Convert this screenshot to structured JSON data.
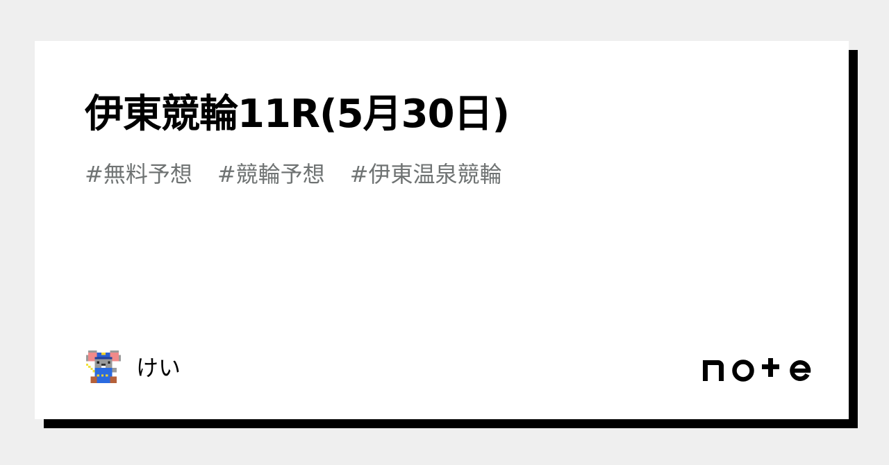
{
  "card": {
    "title": "伊東競輪11R(5月30日)",
    "tags": [
      {
        "label": "#無料予想"
      },
      {
        "label": "#競輪予想"
      },
      {
        "label": "#伊東温泉競輪"
      }
    ],
    "author": {
      "name": "けい",
      "avatar_icon": "pixel-mouse-police-avatar"
    },
    "brand": {
      "logo_text": "note",
      "logo_icon": "note-logo"
    }
  },
  "colors": {
    "page_background": "#efefef",
    "card_background": "#ffffff",
    "card_shadow": "#000000",
    "title_text": "#000000",
    "tag_text": "#6f7373"
  }
}
